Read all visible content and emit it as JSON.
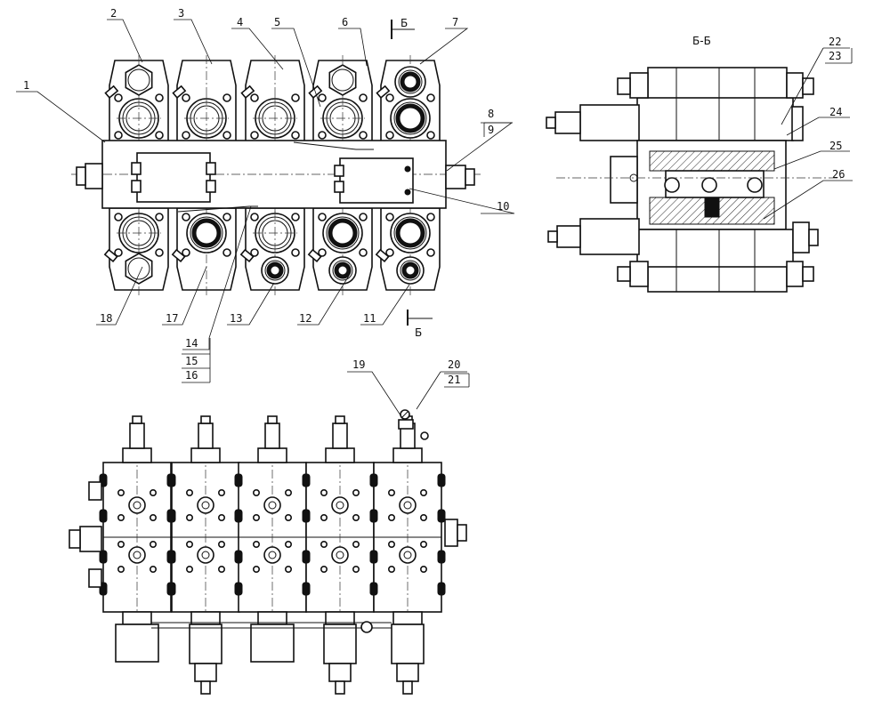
{
  "section_title": "Б-Б",
  "section_marks": {
    "top": "Б",
    "bottom": "Б"
  },
  "callouts": {
    "c1": "1",
    "c2": "2",
    "c3": "3",
    "c4": "4",
    "c5": "5",
    "c6": "6",
    "c7": "7",
    "c8": "8",
    "c9": "9",
    "c10": "10",
    "c11": "11",
    "c12": "12",
    "c13": "13",
    "c14": "14",
    "c15": "15",
    "c16": "16",
    "c17": "17",
    "c18": "18",
    "c19": "19",
    "c20": "20",
    "c21": "21",
    "c22": "22",
    "c23": "23",
    "c24": "24",
    "c25": "25",
    "c26": "26"
  },
  "colors": {
    "line": "#111111",
    "paper": "#ffffff"
  }
}
